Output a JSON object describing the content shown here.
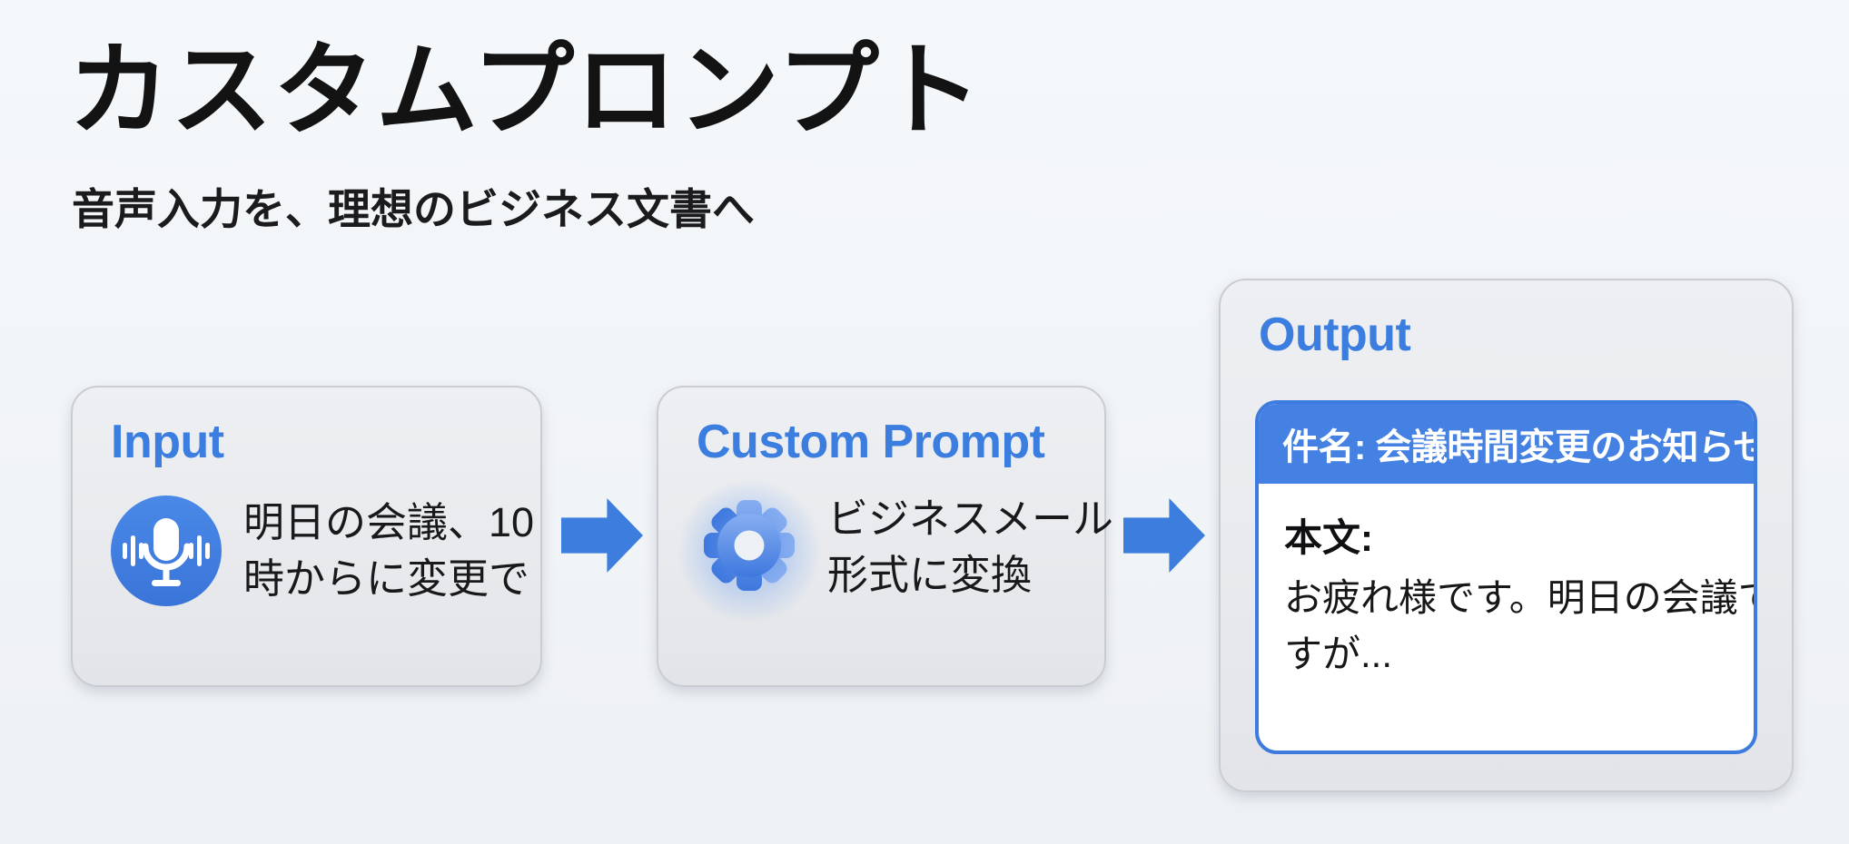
{
  "page": {
    "title": "カスタムプロンプト",
    "subtitle": "音声入力を、理想のビジネス文書へ"
  },
  "colors": {
    "page_bg": "#f3f6f8",
    "title_color": "#131314",
    "accent_blue": "#3c7de0",
    "arrow_blue": "#3c7dde",
    "mic_circle_blue": "#4180e2",
    "gear_blue": "#3e78de",
    "email_header_blue": "#4481e2",
    "email_border_blue": "#3d7bde",
    "card_bg": "#e9ebee",
    "card_border": "#c9cdd3",
    "body_text": "#19191b"
  },
  "flow": {
    "input": {
      "label": "Input",
      "icon": "microphone-icon",
      "lines": [
        "明日の会議、10",
        "時からに変更で"
      ]
    },
    "arrow1": {
      "icon": "arrow-right-icon"
    },
    "custom_prompt": {
      "label": "Custom Prompt",
      "icon": "gear-icon",
      "lines": [
        "ビジネスメール",
        "形式に変換"
      ]
    },
    "arrow2": {
      "icon": "arrow-right-icon"
    },
    "output": {
      "label": "Output",
      "email": {
        "subject": "件名: 会議時間変更のお知らせ",
        "body_label": "本文:",
        "body_lines": [
          "お疲れ様です。明日の会議で",
          "すが..."
        ]
      }
    }
  }
}
